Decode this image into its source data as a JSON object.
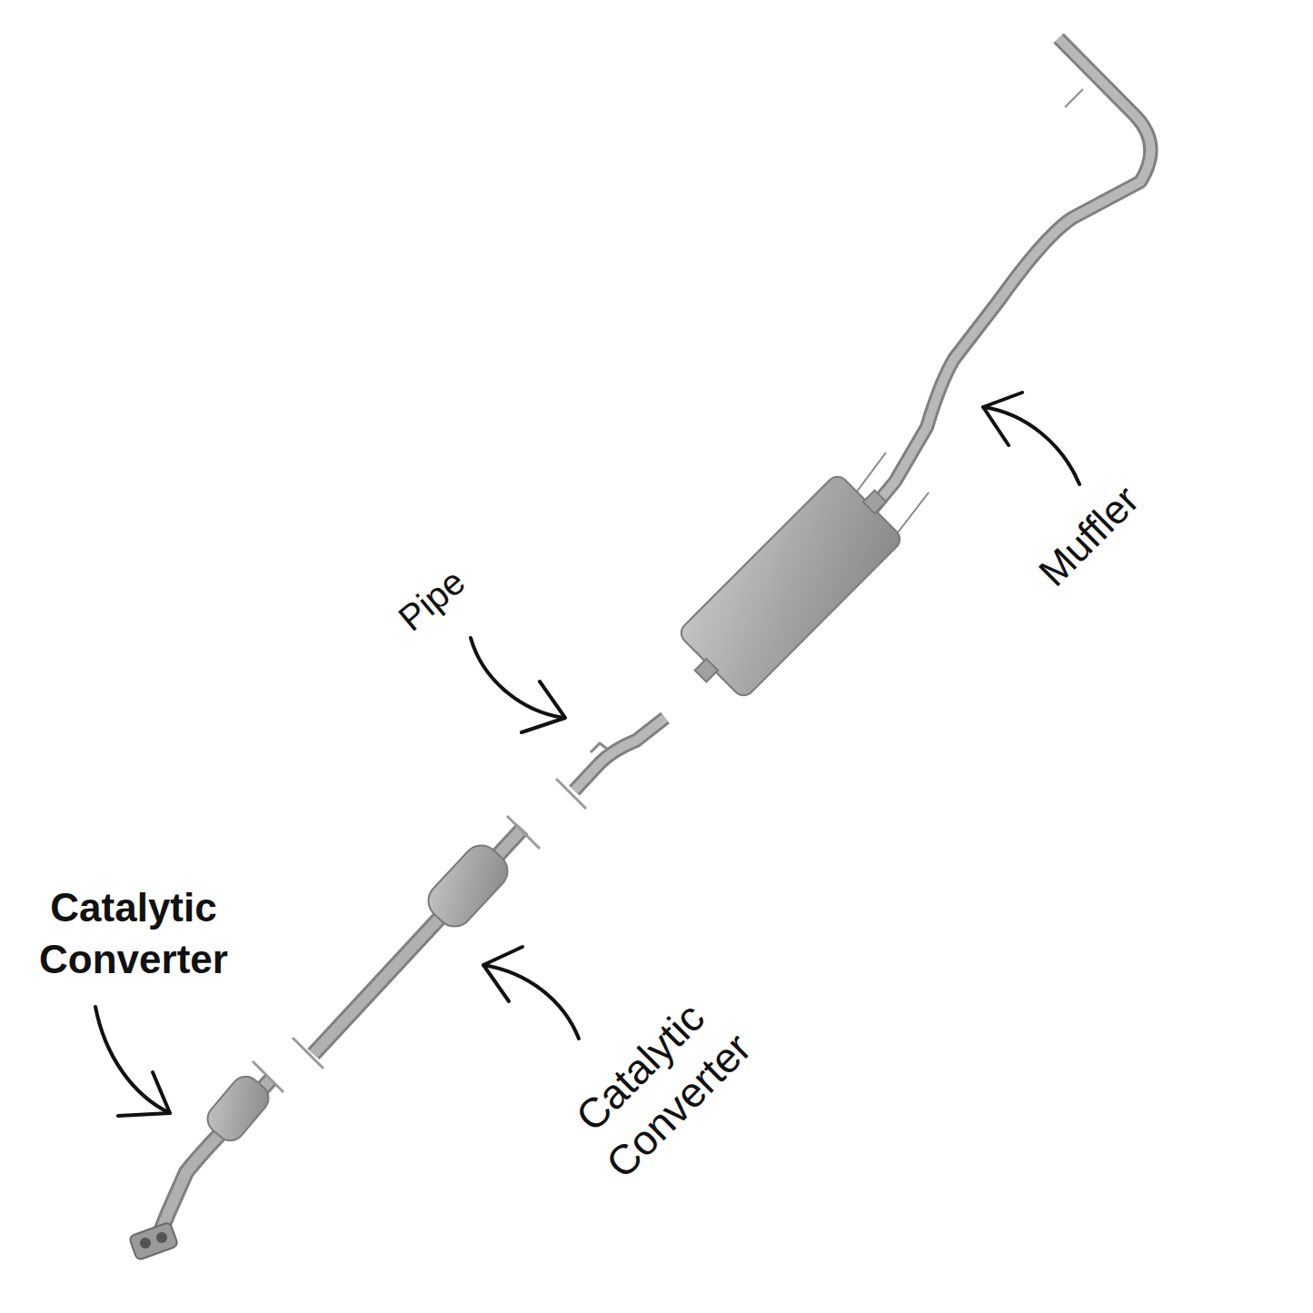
{
  "diagram": {
    "labels": [
      "Pipe",
      "Muffler",
      "Catalytic Converter",
      "Catalytic Converter"
    ]
  }
}
